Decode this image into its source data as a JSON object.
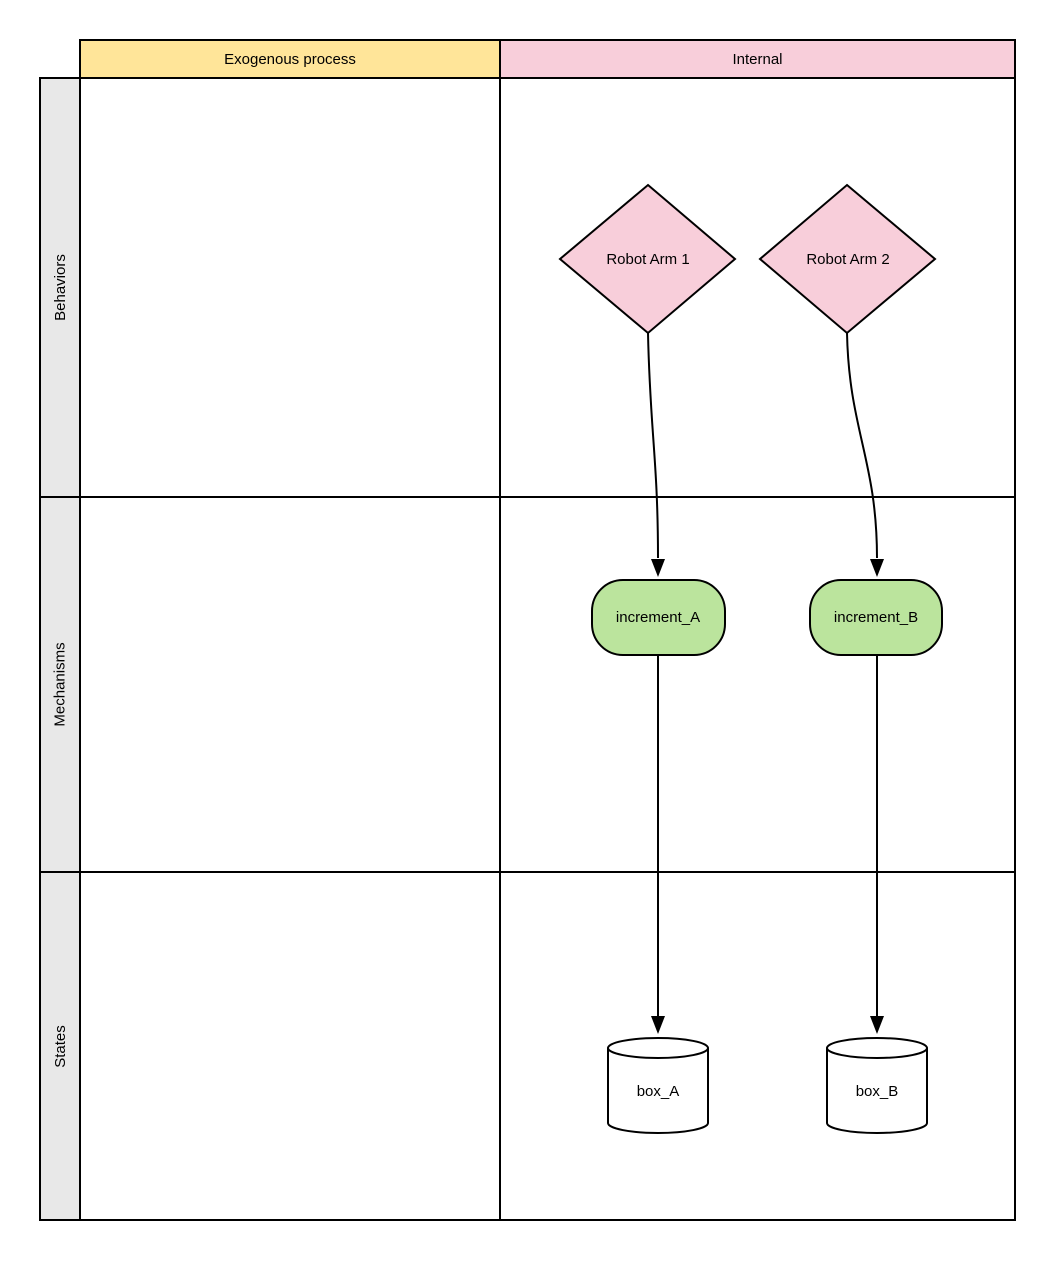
{
  "diagram": {
    "headers": {
      "exogenous": {
        "label": "Exogenous process"
      },
      "internal": {
        "label": "Internal"
      }
    },
    "rows": [
      {
        "label": "Behaviors"
      },
      {
        "label": "Mechanisms"
      },
      {
        "label": "States"
      }
    ],
    "nodes": {
      "robot_arm_1": {
        "label": "Robot Arm 1",
        "shape": "diamond",
        "row": "Behaviors",
        "column": "Internal"
      },
      "robot_arm_2": {
        "label": "Robot Arm 2",
        "shape": "diamond",
        "row": "Behaviors",
        "column": "Internal"
      },
      "increment_a": {
        "label": "increment_A",
        "shape": "rounded-rectangle",
        "row": "Mechanisms",
        "column": "Internal"
      },
      "increment_b": {
        "label": "increment_B",
        "shape": "rounded-rectangle",
        "row": "Mechanisms",
        "column": "Internal"
      },
      "box_a": {
        "label": "box_A",
        "shape": "cylinder",
        "row": "States",
        "column": "Internal"
      },
      "box_b": {
        "label": "box_B",
        "shape": "cylinder",
        "row": "States",
        "column": "Internal"
      }
    },
    "edges": [
      {
        "from": "Robot Arm 1",
        "to": "increment_A",
        "style": "arrow"
      },
      {
        "from": "Robot Arm 2",
        "to": "increment_B",
        "style": "arrow"
      },
      {
        "from": "increment_A",
        "to": "box_A",
        "style": "arrow"
      },
      {
        "from": "increment_B",
        "to": "box_B",
        "style": "arrow"
      }
    ],
    "colors": {
      "exogenous_header_fill": "#FFE599",
      "internal_header_fill": "#F8CEDA",
      "diamond_fill": "#F8CEDA",
      "mechanism_fill": "#BBE49D",
      "cylinder_fill": "#FFFFFF",
      "row_label_fill": "#E8E8E8",
      "cell_fill": "#FFFFFF",
      "stroke": "#000000"
    }
  }
}
